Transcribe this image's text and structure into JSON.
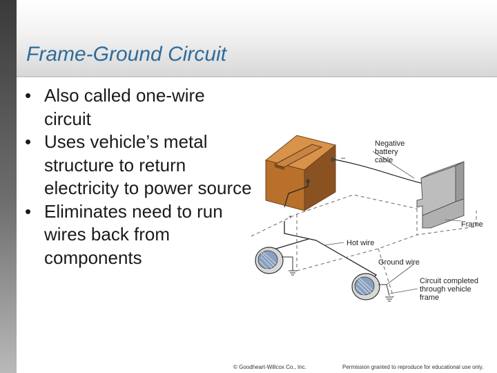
{
  "slide": {
    "title": "Frame-Ground Circuit",
    "bullets": [
      "Also called one-wire circuit",
      "Uses vehicle’s metal structure to return electricity to power source",
      "Eliminates need to run wires back from components"
    ]
  },
  "diagram": {
    "labels": {
      "negative_cable": [
        "Negative",
        "battery",
        "cable"
      ],
      "minus": "–",
      "plus": "+",
      "frame": "Frame",
      "hot_wire": "Hot wire",
      "ground_wire": "Ground wire",
      "circuit_completed": [
        "Circuit completed",
        "through vehicle",
        "frame"
      ]
    }
  },
  "footer": {
    "copyright": "© Goodheart-Willcox Co., Inc.",
    "permission": "Permission granted to reproduce for educational use only."
  },
  "colors": {
    "title": "#2f6b9a",
    "battery": "#b8702a"
  }
}
